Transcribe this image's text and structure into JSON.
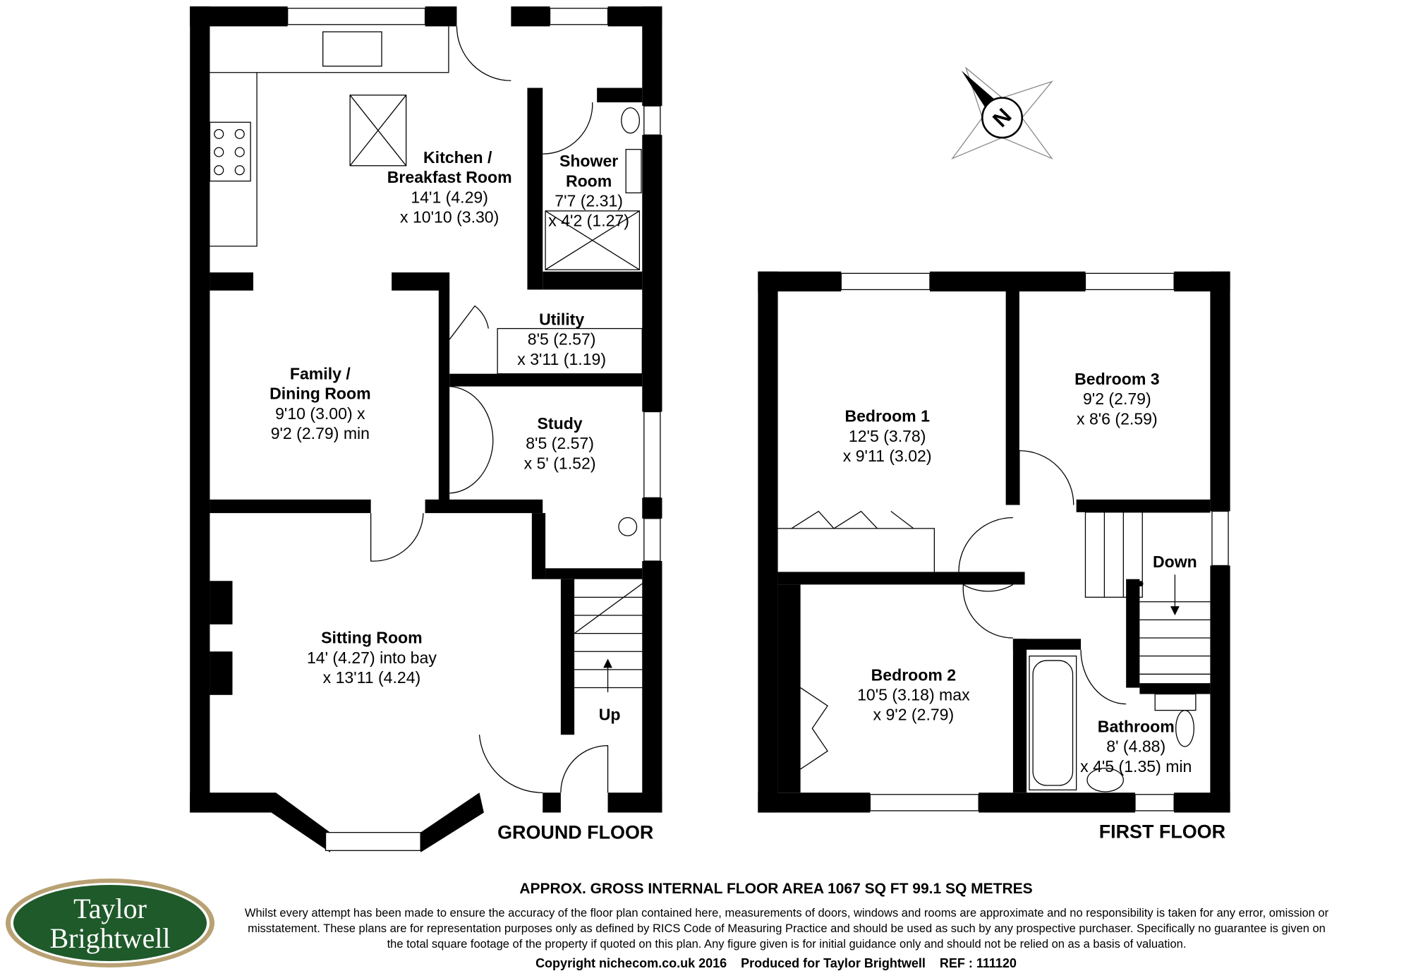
{
  "ground_floor": {
    "label": "GROUND FLOOR",
    "rooms": [
      {
        "name_lines": [
          "Kitchen /",
          "Breakfast Room"
        ],
        "dims": [
          "14'1 (4.29)",
          "x 10'10 (3.30)"
        ]
      },
      {
        "name_lines": [
          "Shower",
          "Room"
        ],
        "dims": [
          "7'7 (2.31)",
          "x 4'2 (1.27)"
        ]
      },
      {
        "name_lines": [
          "Utility"
        ],
        "dims": [
          "8'5 (2.57)",
          "x 3'11 (1.19)"
        ]
      },
      {
        "name_lines": [
          "Family /",
          "Dining Room"
        ],
        "dims": [
          "9'10 (3.00) x",
          "9'2 (2.79) min"
        ]
      },
      {
        "name_lines": [
          "Study"
        ],
        "dims": [
          "8'5 (2.57)",
          "x 5' (1.52)"
        ]
      },
      {
        "name_lines": [
          "Sitting Room"
        ],
        "dims": [
          "14' (4.27) into bay",
          "x 13'11 (4.24)"
        ]
      }
    ],
    "stairs_label": "Up"
  },
  "first_floor": {
    "label": "FIRST FLOOR",
    "rooms": [
      {
        "name_lines": [
          "Bedroom 1"
        ],
        "dims": [
          "12'5 (3.78)",
          "x 9'11 (3.02)"
        ]
      },
      {
        "name_lines": [
          "Bedroom 3"
        ],
        "dims": [
          "9'2 (2.79)",
          "x 8'6 (2.59)"
        ]
      },
      {
        "name_lines": [
          "Bedroom 2"
        ],
        "dims": [
          "10'5 (3.18) max",
          "x 9'2 (2.79)"
        ]
      },
      {
        "name_lines": [
          "Bathroom"
        ],
        "dims": [
          "8' (4.88)",
          "x 4'5 (1.35) min"
        ]
      }
    ],
    "stairs_label": "Down"
  },
  "compass": {
    "icon": "north-compass-icon",
    "label": "N"
  },
  "footer": {
    "area": "APPROX. GROSS INTERNAL FLOOR AREA 1067 SQ FT 99.1 SQ METRES",
    "disclaimer": "Whilst every attempt has been made to ensure the accuracy of the floor plan contained here, measurements of doors, windows and rooms are approximate and no responsibility is taken for any error, omission or misstatement. These plans are for representation purposes only as defined by RICS Code of Measuring Practice and should be used as such by any prospective purchaser. Specifically no guarantee is given on the total square footage of the property if quoted on this plan. Any figure given is for initial guidance only and should not be relied on as a basis of valuation.",
    "copyright": "Copyright nichecom.co.uk 2016    Produced for Taylor Brightwell    REF : 111120"
  },
  "logo": {
    "line1": "Taylor",
    "line2": "Brightwell",
    "colors": {
      "green": "#1f5a2a",
      "gold": "#b8a173"
    }
  }
}
